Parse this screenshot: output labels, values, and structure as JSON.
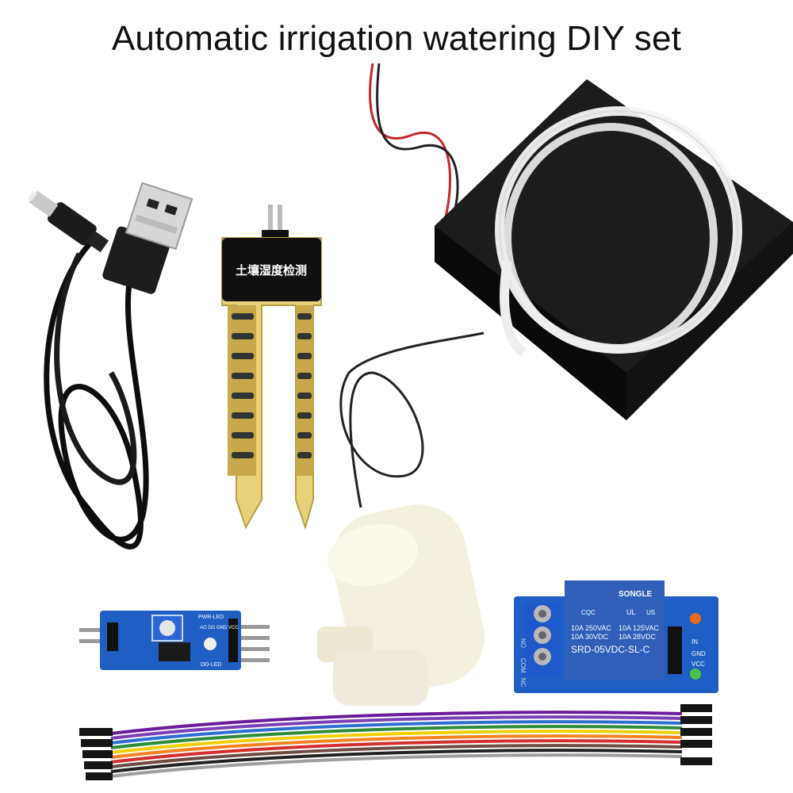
{
  "title": "Automatic irrigation watering DIY set",
  "sensor_label": "土壤湿度检测",
  "relay": {
    "brand": "SONGLE",
    "line1_left": "10A 250VAC",
    "line1_right": "10A 125VAC",
    "line2_left": "10A 30VDC",
    "line2_right": "10A 28VDC",
    "model": "SRD-05VDC-SL-C",
    "cert_ul": "UL",
    "cert_us": "US",
    "cert_cqc": "CQC",
    "side_no": "NO",
    "side_com": "COM",
    "side_nc": "NC",
    "pin_in": "IN",
    "pin_gnd": "GND",
    "pin_vcc": "VCC"
  },
  "module": {
    "pwr_led": "PWR-LED",
    "do_led": "DO-LED",
    "pins": "AO DO GND VCC"
  },
  "colors": {
    "background": "#ffffff",
    "pcb_black": "#111111",
    "pcb_blue": "#1f5fc4",
    "relay_blue": "#2f5fb8",
    "gold": "#d8c26a",
    "pump_white": "#f3f0df"
  }
}
